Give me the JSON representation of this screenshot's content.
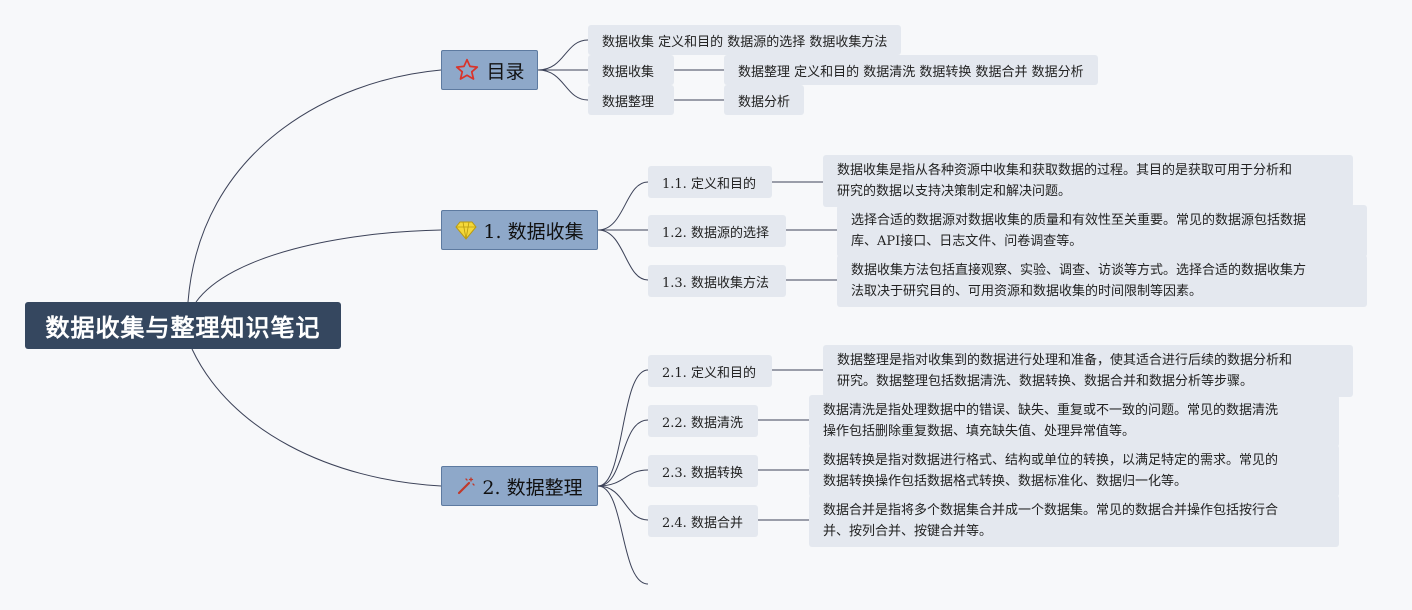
{
  "title": "数据收集与整理知识笔记",
  "toc": {
    "label": "目录",
    "icon": "star-icon",
    "items": [
      {
        "label": "数据收集 定义和目的 数据源的选择 数据收集方法"
      },
      {
        "label": "数据收集",
        "child": "数据整理 定义和目的 数据清洗 数据转换 数据合并 数据分析"
      },
      {
        "label": "数据整理",
        "child": "数据分析"
      }
    ]
  },
  "collect": {
    "label": "1. 数据收集",
    "icon": "diamond-icon",
    "items": [
      {
        "label": "1.1. 定义和目的",
        "desc": [
          "数据收集是指从各种资源中收集和获取数据的过程。其目的是获取可用于分析和",
          "研究的数据以支持决策制定和解决问题。"
        ]
      },
      {
        "label": "1.2. 数据源的选择",
        "desc": [
          "选择合适的数据源对数据收集的质量和有效性至关重要。常见的数据源包括数据",
          "库、API接口、日志文件、问卷调查等。"
        ]
      },
      {
        "label": "1.3. 数据收集方法",
        "desc": [
          "数据收集方法包括直接观察、实验、调查、访谈等方式。选择合适的数据收集方",
          "法取决于研究目的、可用资源和数据收集的时间限制等因素。"
        ]
      }
    ]
  },
  "organize": {
    "label": "2. 数据整理",
    "icon": "magic-wand-icon",
    "items": [
      {
        "label": "2.1. 定义和目的",
        "desc": [
          "数据整理是指对收集到的数据进行处理和准备，使其适合进行后续的数据分析和",
          "研究。数据整理包括数据清洗、数据转换、数据合并和数据分析等步骤。"
        ]
      },
      {
        "label": "2.2. 数据清洗",
        "desc": [
          "数据清洗是指处理数据中的错误、缺失、重复或不一致的问题。常见的数据清洗",
          "操作包括删除重复数据、填充缺失值、处理异常值等。"
        ]
      },
      {
        "label": "2.3. 数据转换",
        "desc": [
          "数据转换是指对数据进行格式、结构或单位的转换，以满足特定的需求。常见的",
          "数据转换操作包括数据格式转换、数据标准化、数据归一化等。"
        ]
      },
      {
        "label": "2.4. 数据合并",
        "desc": [
          "数据合并是指将多个数据集合并成一个数据集。常见的数据合并操作包括按行合",
          "并、按列合并、按键合并等。"
        ]
      }
    ]
  },
  "colors": {
    "root": "#35475f",
    "branch": "#8ea8c9",
    "leaf": "#e4e8ef",
    "line": "#3c4258"
  }
}
